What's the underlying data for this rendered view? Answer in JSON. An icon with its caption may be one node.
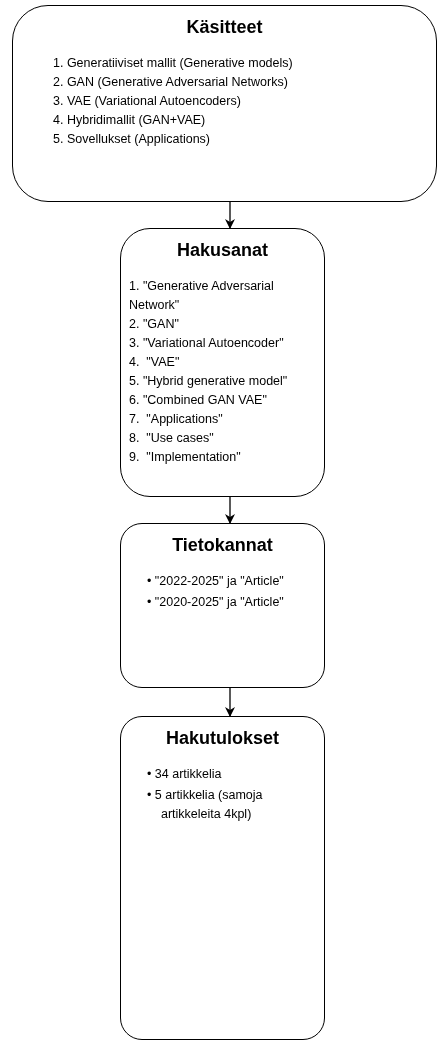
{
  "diagram": {
    "nodes": [
      {
        "text": [
          "Käsitteet",
          "1. Generatiiviset mallit (Generative models)",
          "2. GAN (Generative Adversarial Networks)",
          "3. VAE (Variational Autoencoders)",
          "4. Hybridimallit (GAN+VAE)",
          "5. Sovellukset (Applications)"
        ]
      },
      {
        "text": [
          "Hakusanat",
          "1. \"Generative Adversarial Network\"",
          "2. \"GAN\"",
          "3. \"Variational Autoencoder\"",
          "4.  \"VAE\"",
          "5. \"Hybrid generative model\"",
          "6. \"Combined GAN VAE\"",
          "7.  \"Applications\"",
          "8.  \"Use cases\"",
          "9.  \"Implementation\""
        ]
      },
      {
        "text": [
          "Tietokannat",
          "• \"2022-2025\" ja \"Article\"",
          "• \"2020-2025\" ja \"Article\""
        ]
      },
      {
        "text": [
          "Hakutulokset",
          "• 34 artikkelia",
          "• 5 artikkelia (samoja artikkeleita 4kpl)"
        ]
      }
    ],
    "edges": [
      {
        "from": 0,
        "to": 1,
        "arrow": "to"
      },
      {
        "from": 1,
        "to": 2,
        "arrow": "to"
      },
      {
        "from": 2,
        "to": 3,
        "arrow": "to"
      }
    ]
  }
}
